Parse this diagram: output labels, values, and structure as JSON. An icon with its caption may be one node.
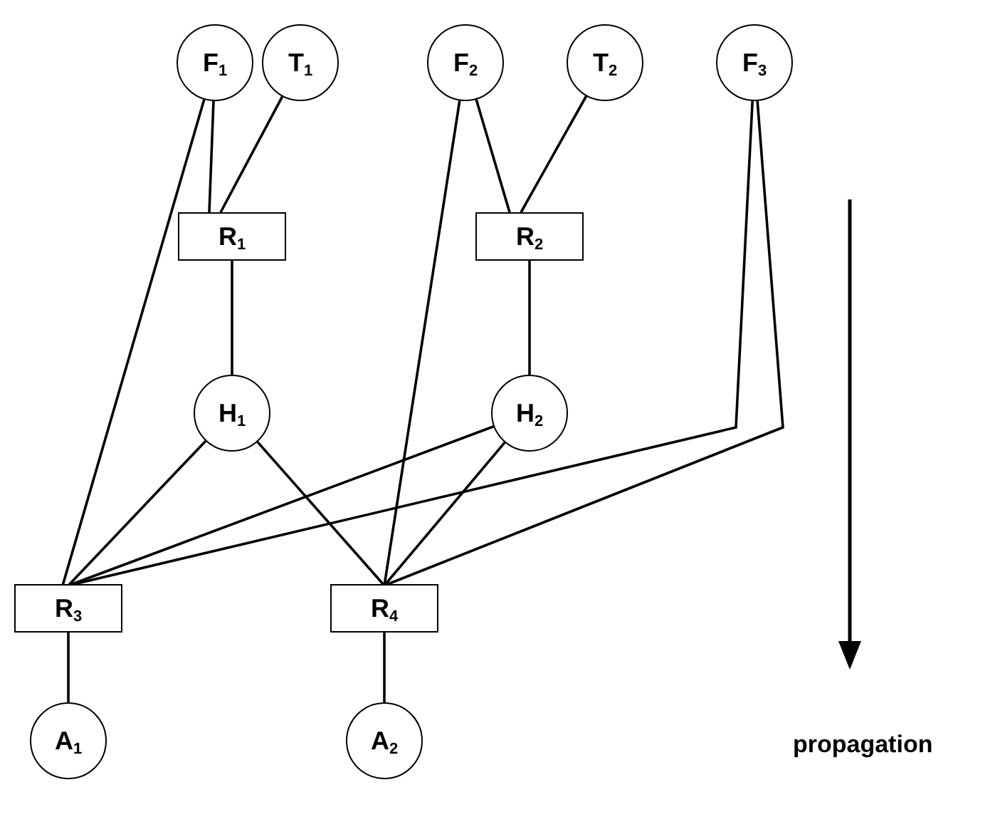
{
  "diagram": {
    "nodes": [
      {
        "text": [
          "F$_{1}$"
        ]
      },
      {
        "text": [
          "T$_{1}$"
        ]
      },
      {
        "text": [
          "F$_{2}$"
        ]
      },
      {
        "text": [
          "T$_{2}$"
        ]
      },
      {
        "text": [
          "F$_{3}$"
        ]
      },
      {
        "text": [
          "R$_{1}$"
        ]
      },
      {
        "text": [
          "R$_{2}$"
        ]
      },
      {
        "text": [
          "H$_{1}$"
        ]
      },
      {
        "text": [
          "H$_{2}$"
        ]
      },
      {
        "text": [
          "R$_{3}$"
        ]
      },
      {
        "text": [
          "R$_{4}$"
        ]
      },
      {
        "text": [
          "A$_{1}$"
        ]
      },
      {
        "text": [
          "A$_{2}$"
        ]
      }
    ],
    "edges": [
      {
        "from": 0,
        "to": 5,
        "arrow": "none"
      },
      {
        "from": 1,
        "to": 5,
        "arrow": "none"
      },
      {
        "from": 5,
        "to": 7,
        "arrow": "none"
      },
      {
        "from": 0,
        "to": 9,
        "arrow": "none"
      },
      {
        "from": 2,
        "to": 6,
        "arrow": "none"
      },
      {
        "from": 3,
        "to": 6,
        "arrow": "none"
      },
      {
        "from": 6,
        "to": 8,
        "arrow": "none"
      },
      {
        "from": 2,
        "to": 10,
        "arrow": "none"
      },
      {
        "from": 7,
        "to": 9,
        "arrow": "none"
      },
      {
        "from": 7,
        "to": 10,
        "arrow": "none"
      },
      {
        "from": 8,
        "to": 9,
        "arrow": "none"
      },
      {
        "from": 8,
        "to": 10,
        "arrow": "none"
      },
      {
        "from": 4,
        "to": 9,
        "arrow": "none"
      },
      {
        "from": 4,
        "to": 10,
        "arrow": "none"
      },
      {
        "from": 9,
        "to": 11,
        "arrow": "none"
      },
      {
        "from": 10,
        "to": 12,
        "arrow": "none"
      }
    ],
    "labels": [
      "propagation"
    ]
  }
}
